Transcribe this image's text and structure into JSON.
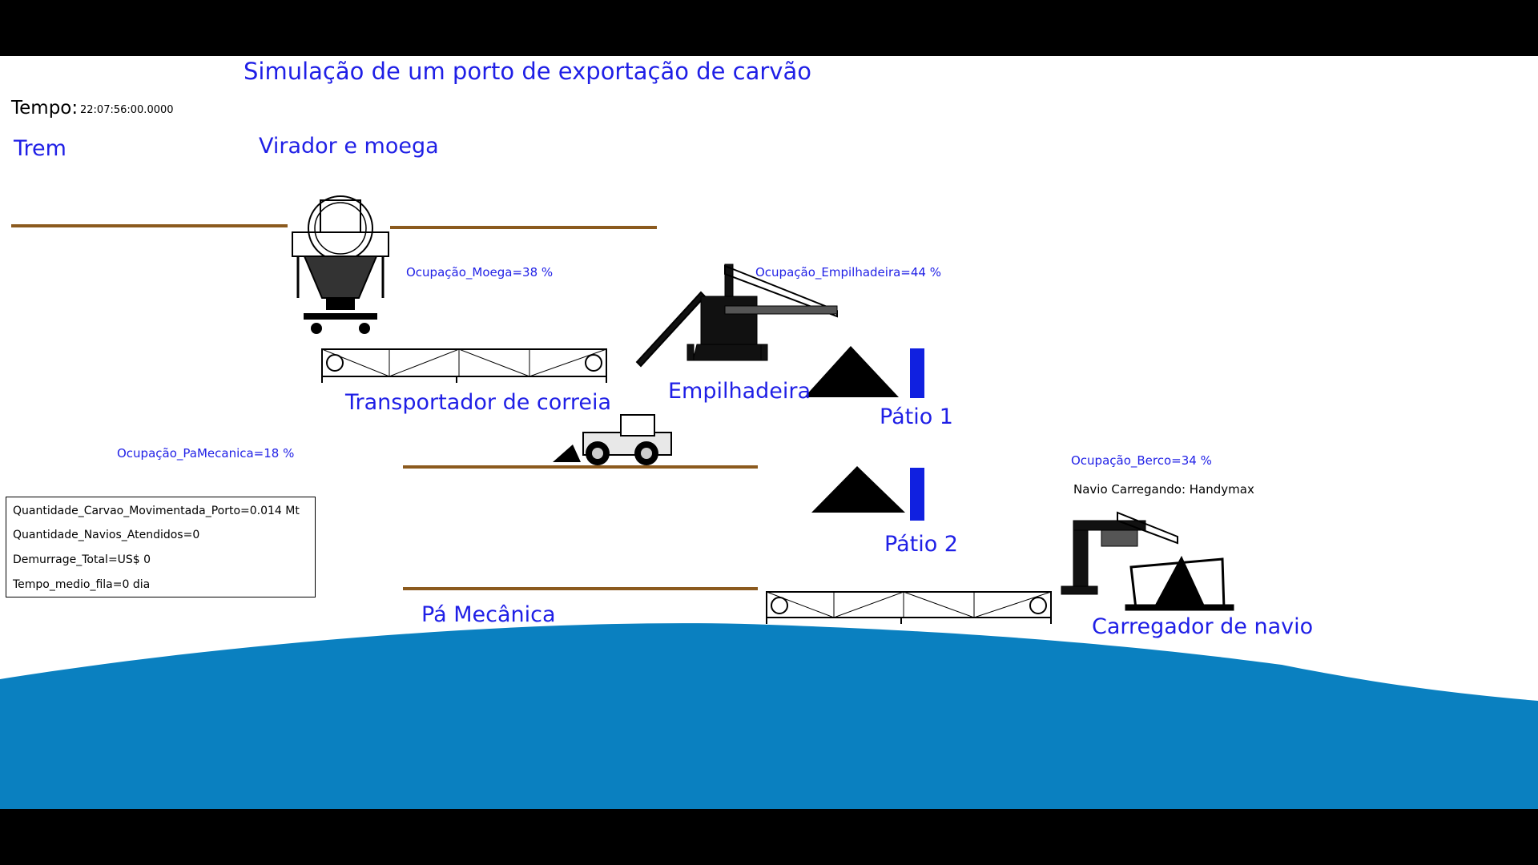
{
  "header": {
    "title": "Simulação de um porto de exportação de carvão",
    "time_label": "Tempo:",
    "time_value": "22:07:56:00.0000"
  },
  "labels": {
    "train": "Trem",
    "dumper": "Virador e moega",
    "conveyor": "Transportador de correia",
    "stacker": "Empilhadeira",
    "yard1": "Pátio 1",
    "yard2": "Pátio 2",
    "loader": "Pá Mecânica",
    "ship_loader": "Carregador de navio"
  },
  "indicators": {
    "hopper": "Ocupação_Moega=38 %",
    "stacker": "Ocupação_Empilhadeira=44 %",
    "loader": "Ocupação_PaMecanica=18 %",
    "berth": "Ocupação_Berco=34 %",
    "ship": "Navio Carregando:  Handymax"
  },
  "stats": [
    "Quantidade_Carvao_Movimentada_Porto=0.014 Mt",
    "Quantidade_Navios_Atendidos=0",
    "Demurrage_Total=US$ 0",
    "Tempo_medio_fila=0 dia"
  ],
  "colors": {
    "background": "#ffffff",
    "label_blue": "#1f1fe6",
    "rail_brown": "#8b5a1e",
    "sea_blue": "#0a80c0",
    "level_bar": "#1020e0",
    "coal": "#000000"
  },
  "icons": [
    "wagon-dumper-icon",
    "stacker-icon",
    "front-loader-icon",
    "ship-loader-icon",
    "ship-icon",
    "coal-pile-icon"
  ]
}
